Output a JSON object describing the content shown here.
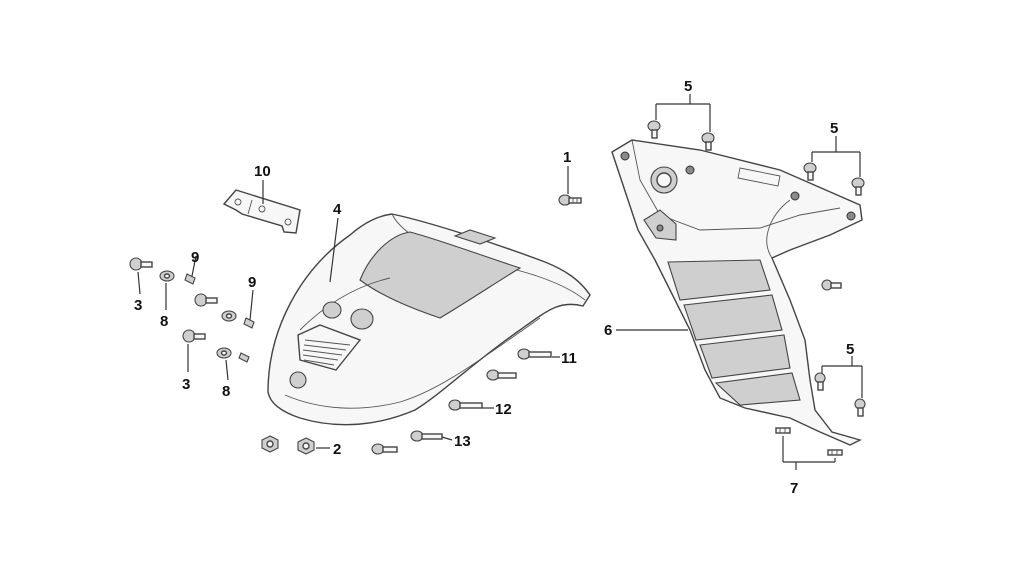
{
  "diagram": {
    "labels": {
      "l1": "1",
      "l2": "2",
      "l3a": "3",
      "l3b": "3",
      "l4": "4",
      "l5a": "5",
      "l5b": "5",
      "l5c": "5",
      "l6": "6",
      "l7": "7",
      "l8a": "8",
      "l8b": "8",
      "l9a": "9",
      "l9b": "9",
      "l10": "10",
      "l11": "11",
      "l12": "12",
      "l13": "13"
    }
  }
}
